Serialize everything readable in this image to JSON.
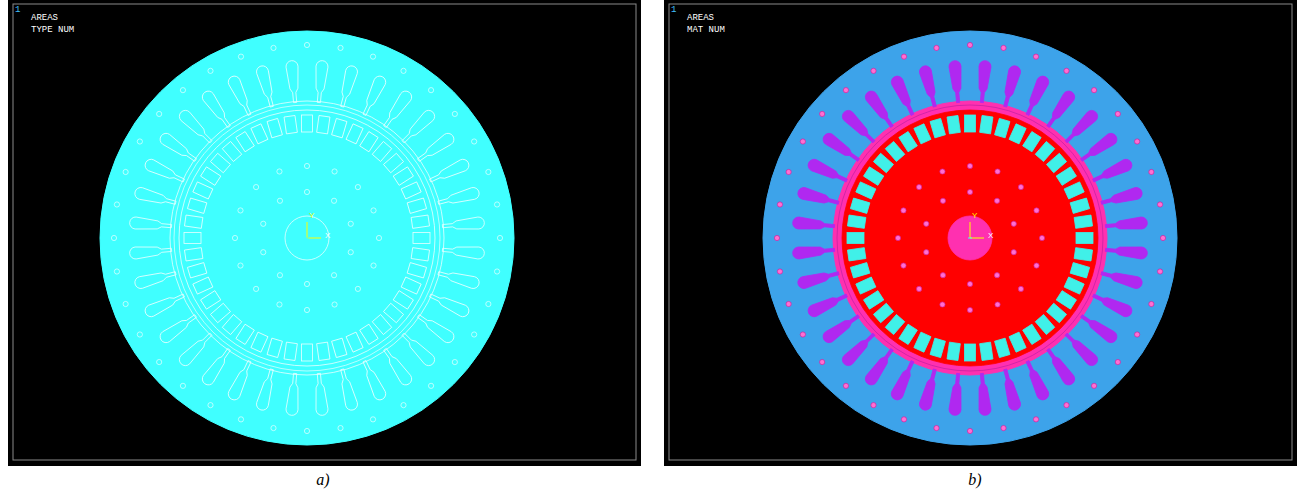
{
  "diagram": {
    "labels": [
      "1",
      "AREAS",
      "TYPE NUM",
      "Y",
      "X",
      "1",
      "AREAS",
      "MAT NUM",
      "Y",
      "X",
      "a)",
      "b)"
    ]
  }
}
